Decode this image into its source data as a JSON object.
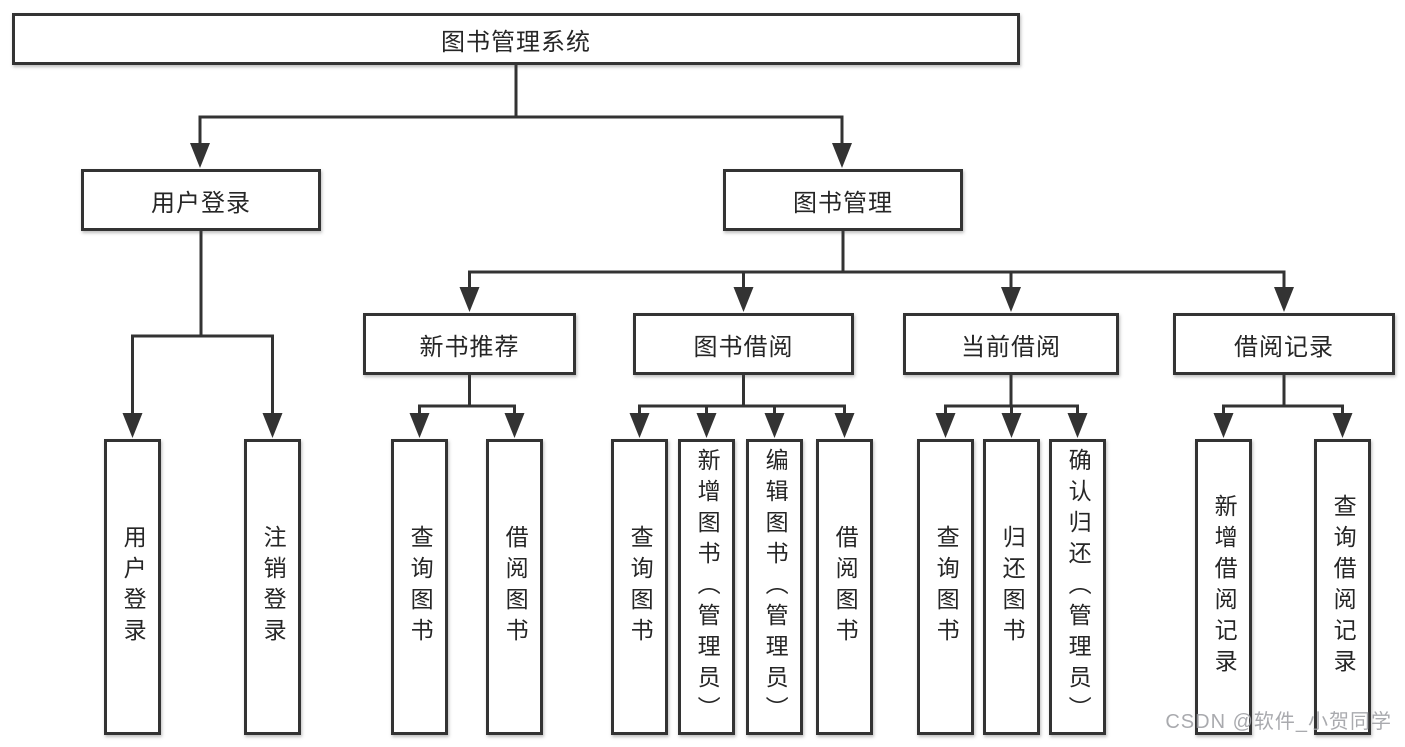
{
  "colors": {
    "background": "#ffffff",
    "line": "#333333",
    "box_border": "#333333",
    "text": "#262626",
    "watermark": "#9b9ca1"
  },
  "watermark": "CSDN @软件_小贺同学",
  "tree": {
    "root": "图书管理系统",
    "branches": [
      {
        "label": "用户登录",
        "children": [
          "用户登录",
          "注销登录"
        ]
      },
      {
        "label": "图书管理",
        "sections": [
          {
            "label": "新书推荐",
            "children": [
              "查询图书",
              "借阅图书"
            ]
          },
          {
            "label": "图书借阅",
            "children": [
              "查询图书",
              "新增图书（管理员）",
              "编辑图书（管理员）",
              "借阅图书"
            ]
          },
          {
            "label": "当前借阅",
            "children": [
              "查询图书",
              "归还图书",
              "确认归还（管理员）"
            ]
          },
          {
            "label": "借阅记录",
            "children": [
              "新增借阅记录",
              "查询借阅记录"
            ]
          }
        ]
      }
    ]
  }
}
